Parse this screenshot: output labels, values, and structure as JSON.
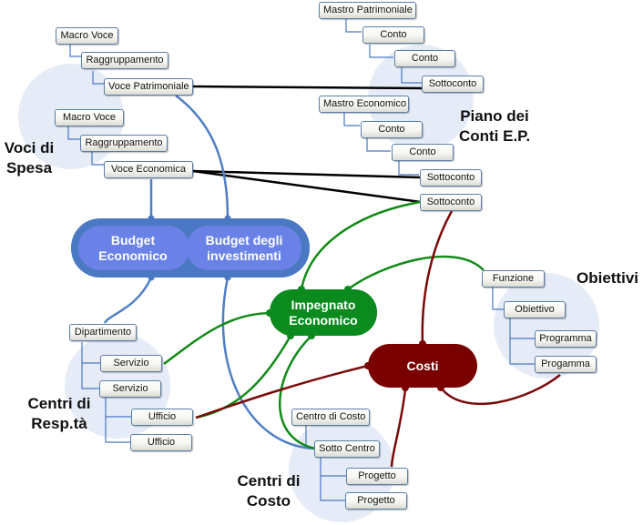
{
  "diagram": {
    "title": "Budget / cost mind map",
    "colors": {
      "budget_hub": "#6a82e8",
      "budget_hub_border": "#4a78c2",
      "impegnato_hub": "#0b8a1e",
      "costi_hub": "#7a0000",
      "link_black": "#000000",
      "link_blue": "#4f7ec4",
      "link_green": "#118a16",
      "link_red": "#7a0a0a",
      "tree_line": "#4a78c2",
      "group_circle": "#e6ecf7"
    },
    "groups": {
      "voci_spesa": "Voci di\nSpesa",
      "piano_conti": "Piano dei\nConti E.P.",
      "obiettivi": "Obiettivi",
      "centri_resp": "Centri di\nResp.tà",
      "centri_costo": "Centri di\nCosto"
    },
    "hubs": {
      "budget_economico": "Budget\nEconomico",
      "budget_investimenti": "Budget degli\ninvestimenti",
      "impegnato": "Impegnato\nEconomico",
      "costi": "Costi"
    },
    "nodes": {
      "vp_macro": "Macro Voce",
      "vp_ragg": "Raggruppamento",
      "vp_voce": "Voce Patrimoniale",
      "ve_macro": "Macro Voce",
      "ve_ragg": "Raggruppamento",
      "ve_voce": "Voce Economica",
      "mp_mastro": "Mastro Patrimoniale",
      "mp_conto1": "Conto",
      "mp_conto2": "Conto",
      "mp_sotto": "Sottoconto",
      "me_mastro": "Mastro Economico",
      "me_conto1": "Conto",
      "me_conto2": "Conto",
      "me_sotto1": "Sottoconto",
      "me_sotto2": "Sottoconto",
      "ob_funzione": "Funzione",
      "ob_obiettivo": "Obiettivo",
      "ob_programma": "Programma",
      "ob_progamma": "Progamma",
      "cr_dip": "Dipartimento",
      "cr_serv1": "Servizio",
      "cr_serv2": "Servizio",
      "cr_uff1": "Ufficio",
      "cr_uff2": "Ufficio",
      "cc_centro": "Centro di Costo",
      "cc_sotto": "Sotto Centro",
      "cc_prog1": "Progetto",
      "cc_prog2": "Progetto"
    }
  }
}
